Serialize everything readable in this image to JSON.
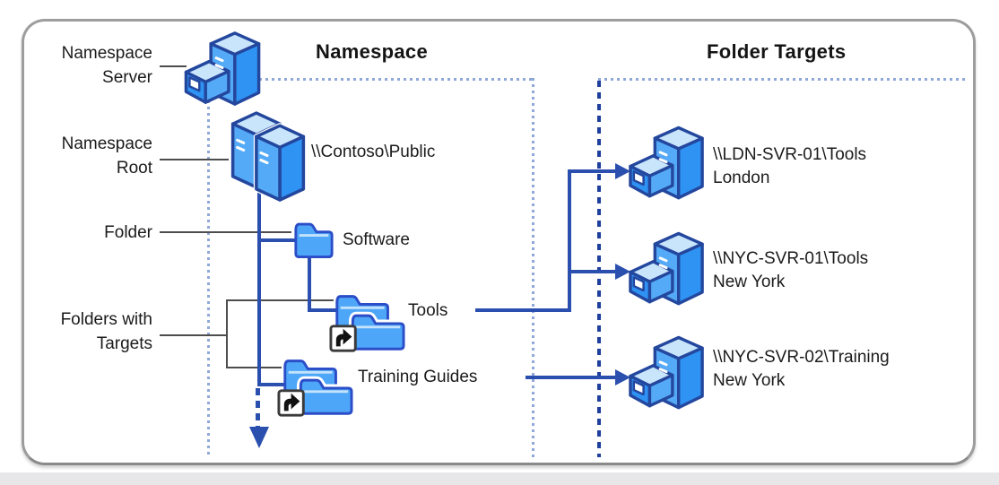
{
  "sections": {
    "namespace_title": "Namespace",
    "folder_targets_title": "Folder Targets"
  },
  "legend": {
    "namespace_server": [
      "Namespace",
      "Server"
    ],
    "namespace_root": [
      "Namespace",
      "Root"
    ],
    "folder": [
      "Folder"
    ],
    "folders_with_targets": [
      "Folders with",
      "Targets"
    ]
  },
  "tree": {
    "root_path": "\\\\Contoso\\Public",
    "folder_name": "Software",
    "targets": [
      "Tools",
      "Training Guides"
    ]
  },
  "folder_targets": [
    {
      "path": "\\\\LDN-SVR-01\\Tools",
      "location": "London"
    },
    {
      "path": "\\\\NYC-SVR-01\\Tools",
      "location": "New York"
    },
    {
      "path": "\\\\NYC-SVR-02\\Training",
      "location": "New York"
    }
  ],
  "icons": {
    "namespace_server": "server-icon",
    "namespace_root": "server-group-icon",
    "folder": "folder-icon",
    "folder_with_target": "folder-shortcut-icon",
    "target_server": "server-icon",
    "continuation": "arrow-down-icon"
  },
  "colors": {
    "connector_blue": "#2B4FAE",
    "icon_blue": "#3E9DF6",
    "icon_blue_light": "#55AAF7",
    "icon_top_face": "#C9E5FB",
    "icon_outline": "#24479E",
    "namespace_border_dotted": "#8FA8D8",
    "folder_targets_border_dashed": "#1F3F9E",
    "legend_line_gray": "#4D4D4D",
    "frame_border": "#9D9D9D"
  }
}
